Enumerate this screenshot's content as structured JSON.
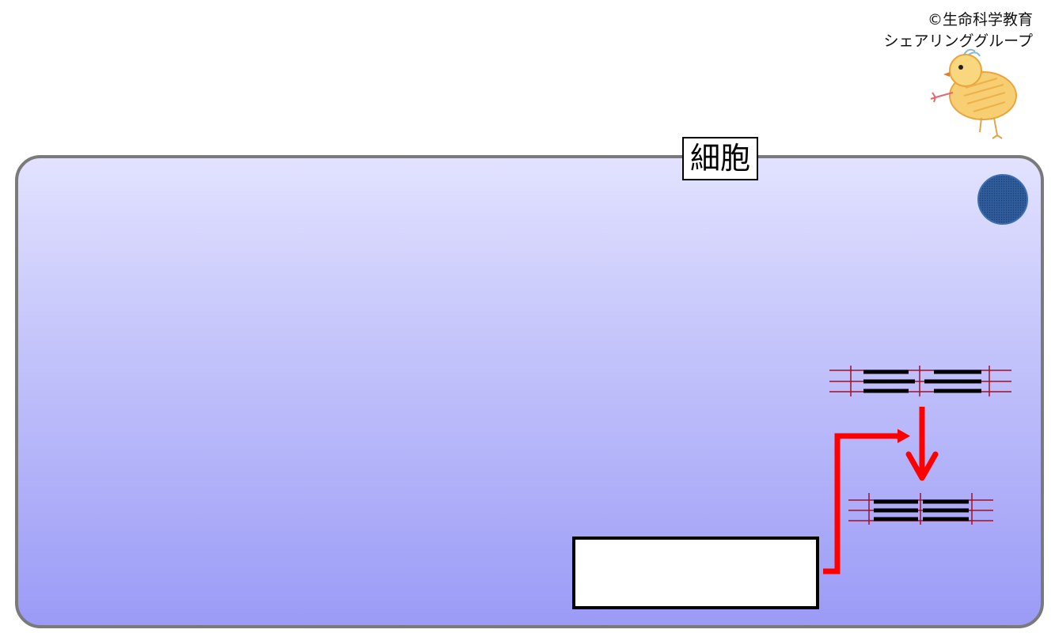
{
  "copyright": {
    "line1": "©生命科学教育",
    "line2": "シェアリンググループ"
  },
  "cell": {
    "label": "細胞"
  },
  "answer_box": {
    "text": ""
  },
  "colors": {
    "cell_top": "#e2e2ff",
    "cell_bottom": "#9b9bf7",
    "cell_border": "#7a7a7a",
    "nucleus": "#2f5d9c",
    "sarcomere_lines": "#a0102a",
    "arrow": "#ff0000",
    "filament": "#000000"
  },
  "icons": {
    "mascot": "chick-icon",
    "nucleus": "nucleus-icon",
    "relaxed_muscle": "relaxed-sarcomere-icon",
    "contracted_muscle": "contracted-sarcomere-icon"
  }
}
